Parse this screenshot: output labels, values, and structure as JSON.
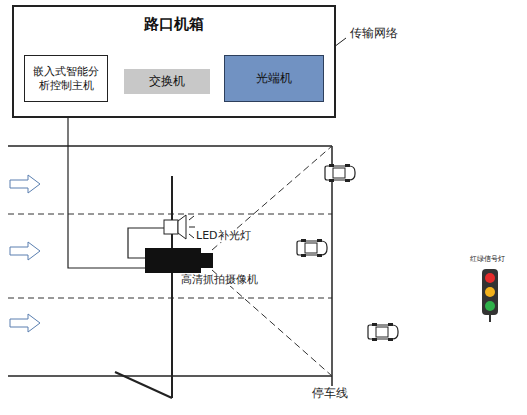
{
  "diagram": {
    "nodes": [
      {
        "text": [
          "路口机箱"
        ]
      },
      {
        "text": [
          "嵌入式智能分析控制主机"
        ],
        "in": 0
      },
      {
        "text": [
          "交换机"
        ],
        "in": 0
      },
      {
        "text": [
          "光端机"
        ],
        "in": 0
      }
    ],
    "edges": [
      {
        "from": 1,
        "to": 2,
        "arrow": "none"
      },
      {
        "from": 2,
        "to": 3,
        "arrow": "none"
      }
    ],
    "labels": [
      "传输网络",
      "LED补光灯",
      "高清抓拍摄像机",
      "停车线",
      "红绿信号灯"
    ]
  }
}
